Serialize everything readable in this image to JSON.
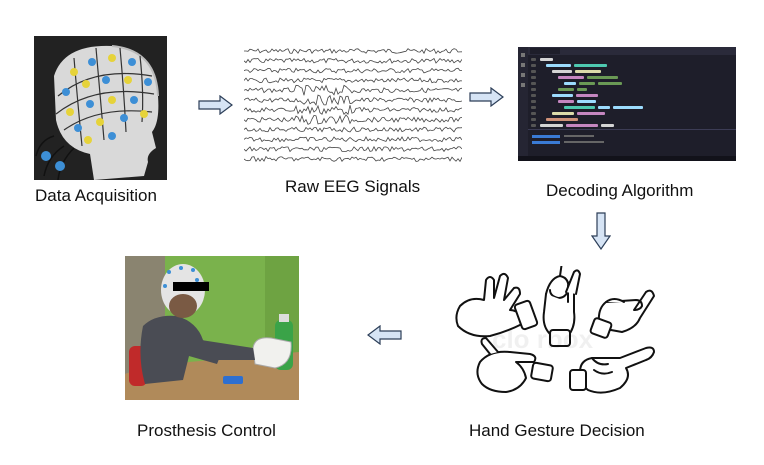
{
  "stages": [
    {
      "id": "acquisition",
      "caption": "Data Acquisition"
    },
    {
      "id": "raw",
      "caption": "Raw EEG Signals"
    },
    {
      "id": "decoding",
      "caption": "Decoding Algorithm"
    },
    {
      "id": "gesture",
      "caption": "Hand Gesture Decision"
    },
    {
      "id": "prosthesis",
      "caption": "Prosthesis Control"
    }
  ],
  "watermark": "clo   rbox",
  "colors": {
    "arrow_fill": "#d6e4f5",
    "arrow_stroke": "#2c3e58",
    "editor_bg": "#1e1e2a",
    "eeg_trace": "#444444"
  },
  "icons": [
    "eeg-cap-photo",
    "eeg-traces",
    "code-editor-screenshot",
    "hand-gestures",
    "prosthesis-photo"
  ]
}
